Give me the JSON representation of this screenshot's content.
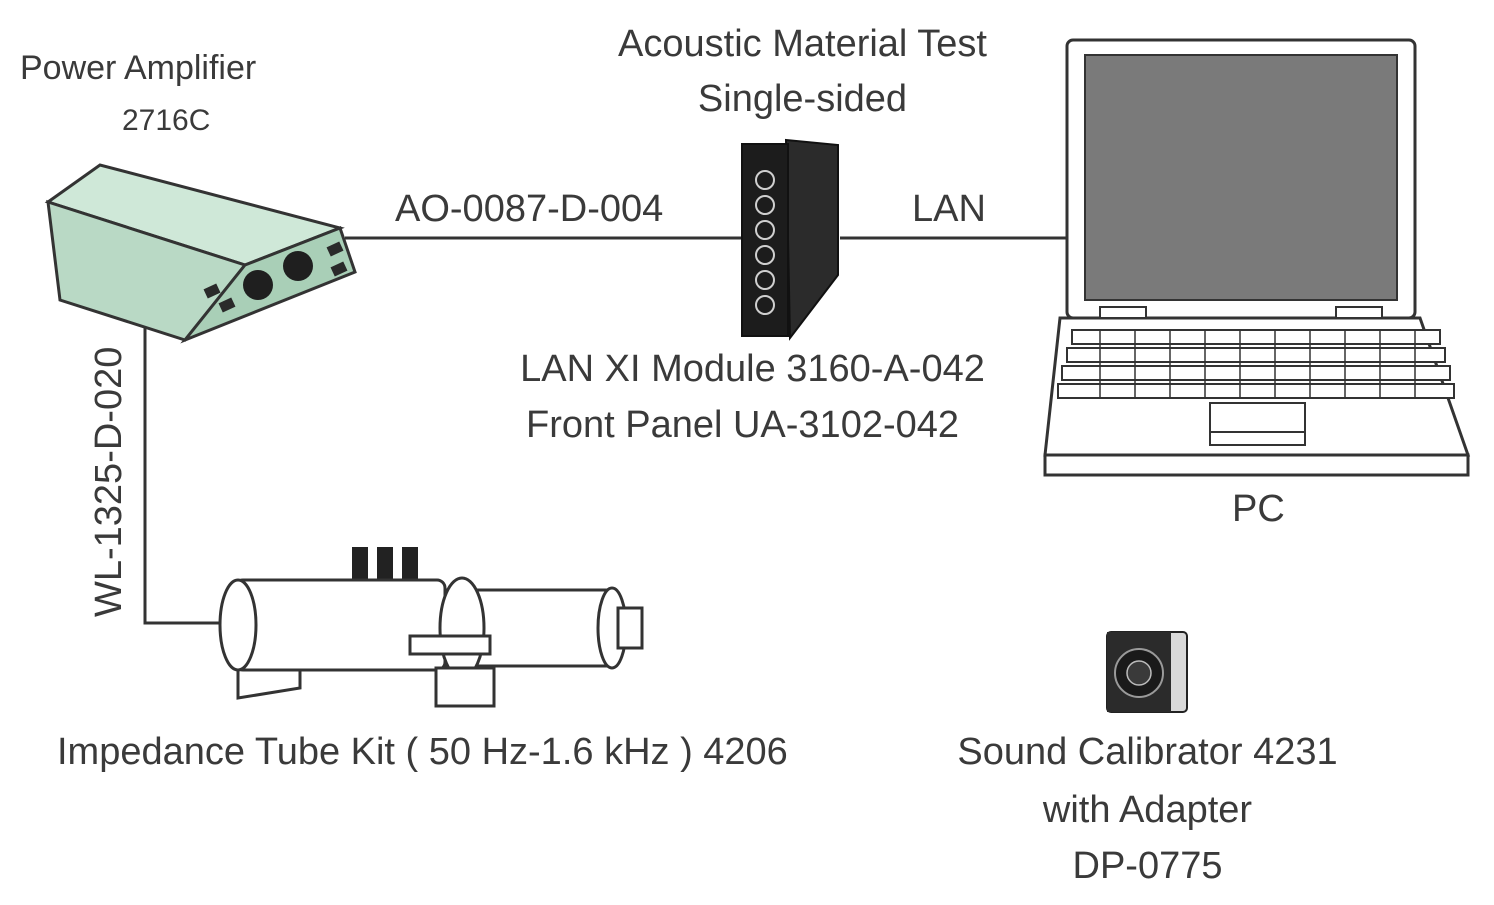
{
  "power_amplifier": {
    "title": "Power Amplifier",
    "model": "2716C"
  },
  "cable_ao": {
    "label": "AO-0087-D-004"
  },
  "cable_wl": {
    "label": "WL-1325-D-020"
  },
  "cable_lan": {
    "label": "LAN"
  },
  "test": {
    "line1": "Acoustic Material Test",
    "line2": "Single-sided"
  },
  "lan_module": {
    "line1": "LAN XI Module 3160-A-042",
    "line2": "Front Panel UA-3102-042"
  },
  "pc": {
    "label": "PC"
  },
  "impedance_tube": {
    "label": "Impedance Tube Kit ( 50 Hz-1.6 kHz  ) 4206"
  },
  "calibrator": {
    "line1": "Sound Calibrator 4231",
    "line2": "with Adapter",
    "line3": "DP-0775"
  },
  "colors": {
    "amp_body": "#cfe8d8",
    "amp_front": "#b7dbc5",
    "line": "#333333",
    "text": "#3a3a3a",
    "screen": "#7a7a7a",
    "module": "#222222"
  }
}
